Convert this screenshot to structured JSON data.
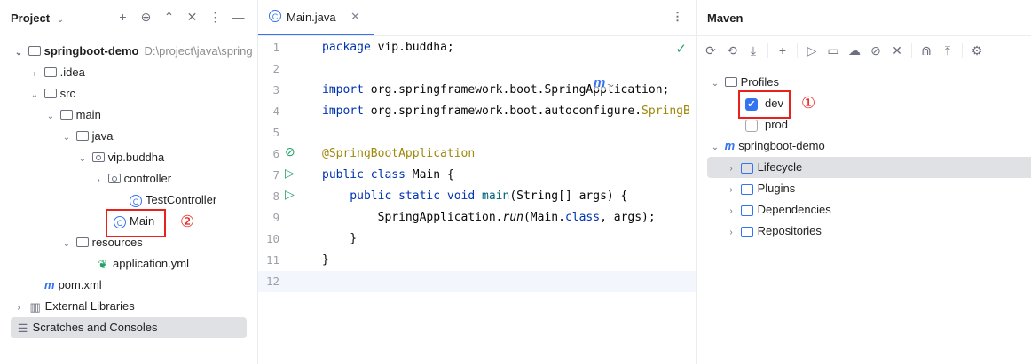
{
  "project": {
    "title": "Project",
    "tree": [
      {
        "label": "springboot-demo",
        "path": "D:\\project\\java\\spring"
      },
      {
        "label": ".idea"
      },
      {
        "label": "src"
      },
      {
        "label": "main"
      },
      {
        "label": "java"
      },
      {
        "label": "vip.buddha"
      },
      {
        "label": "controller"
      },
      {
        "label": "TestController"
      },
      {
        "label": "Main"
      },
      {
        "label": "resources"
      },
      {
        "label": "application.yml"
      },
      {
        "label": "pom.xml"
      },
      {
        "label": "External Libraries"
      },
      {
        "label": "Scratches and Consoles"
      }
    ],
    "annotation": "②"
  },
  "editor": {
    "tab_label": "Main.java",
    "line_numbers": [
      "1",
      "2",
      "3",
      "4",
      "5",
      "6",
      "7",
      "8",
      "9",
      "10",
      "11",
      "12"
    ],
    "code": {
      "l1_kw": "package",
      "l1_rest": " vip.buddha;",
      "l3_kw": "import",
      "l3_rest": " org.springframework.boot.SpringApplication;",
      "l4_kw": "import",
      "l4_rest": " org.springframework.boot.autoconfigure.",
      "l4_ann": "SpringB",
      "l6_ann": "@SpringBootApplication",
      "l7_kw": "public class",
      "l7_rest": " Main {",
      "l8_kw": "    public static void",
      "l8_fn": " main",
      "l8_rest": "(String[] args) {",
      "l9_a": "        SpringApplication.",
      "l9_b": "run",
      "l9_c": "(Main.",
      "l9_kw": "class",
      "l9_d": ", args);",
      "l10": "    }",
      "l11": "}"
    }
  },
  "maven": {
    "title": "Maven",
    "profiles_label": "Profiles",
    "profile_dev": "dev",
    "profile_prod": "prod",
    "project_label": "springboot-demo",
    "lifecycle": "Lifecycle",
    "plugins": "Plugins",
    "dependencies": "Dependencies",
    "repositories": "Repositories",
    "annotation": "①"
  }
}
